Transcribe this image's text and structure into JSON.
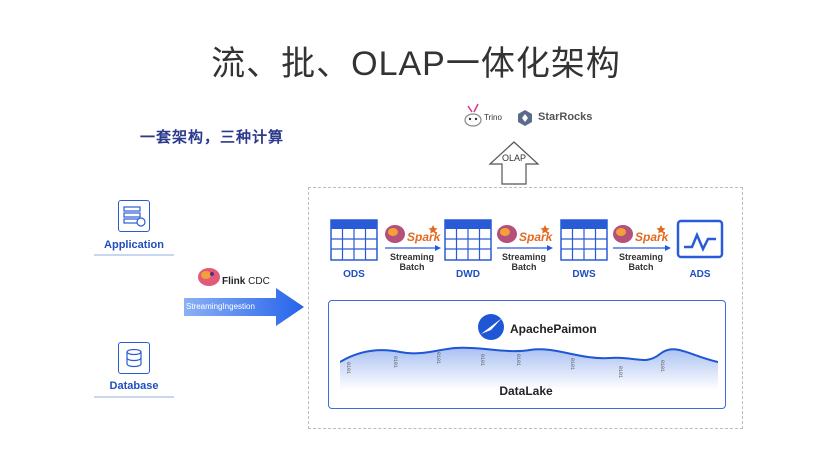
{
  "title": "流、批、OLAP一体化架构",
  "subtitle": "一套架构，三种计算",
  "sources": {
    "application": "Application",
    "database": "Database"
  },
  "ingestion": {
    "tool": "Flink",
    "tool_suffix": "CDC",
    "arrow_label": "StreamingIngestion"
  },
  "layers": [
    "ODS",
    "DWD",
    "DWS",
    "ADS"
  ],
  "spark_label": "Spark",
  "stream_label_line1": "Streaming",
  "stream_label_line2": "Batch",
  "olap": {
    "label": "OLAP",
    "engines": [
      "Trino",
      "StarRocks"
    ]
  },
  "lake": {
    "brand": "ApachePaimon",
    "label": "DataLake"
  },
  "binary_digits": "0101",
  "colors": {
    "primary": "#2a5bd7",
    "arrow": "#2563eb",
    "title": "#333333"
  }
}
